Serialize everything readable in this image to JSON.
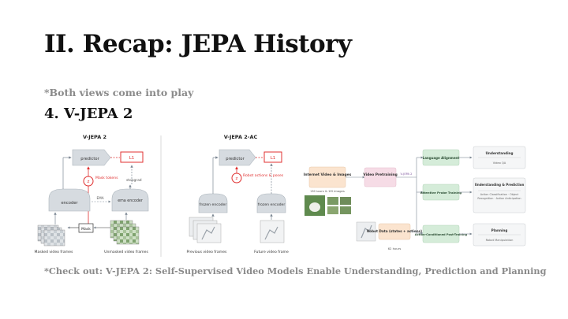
{
  "slide": {
    "title": "II. Recap: JEPA History",
    "note": "*Both views come into play",
    "subheading": "4. V-JEPA 2",
    "footnote": "*Check out: V-JEPA 2: Self-Supervised Video Models Enable Understanding, Prediction and Planning"
  },
  "diagram_left": {
    "title": "V-JEPA 2",
    "predictor": "predictor",
    "loss": "L1",
    "z": "z",
    "mask_tokens": "Mask tokens",
    "stopgrad": "stopgrad",
    "encoder": "encoder",
    "ema": "EMA",
    "ema_encoder": "ema encoder",
    "mask": "Mask",
    "masked_frames": "Masked video frames",
    "unmasked_frames": "Unmasked video frames"
  },
  "diagram_mid": {
    "title": "V-JEPA 2-AC",
    "predictor": "predictor",
    "loss": "L1",
    "z": "z",
    "robot_actions": "Robot actions & poses",
    "frozen_encoder_1": "frozen encoder",
    "frozen_encoder_2": "frozen encoder",
    "previous_frames": "Previous video frames",
    "future_frame": "Future video frame"
  },
  "diagram_right": {
    "internet_video": "Internet Video & Images",
    "hours": "1M hours & 1M images",
    "video_pretraining": "Video Pretraining",
    "vjepa_label": "V-JEPA 2",
    "robot_data": "Robot Data (states + actions)",
    "robot_hours": "62 hours",
    "branches": [
      {
        "stage": "Language Alignment",
        "title": "Understanding",
        "detail": "Video QA"
      },
      {
        "stage": "Attentive Probe Training",
        "title": "Understanding & Prediction",
        "detail": "Action Classification · Object Recognition · Action Anticipation"
      },
      {
        "stage": "Action-Conditioned Post-Training",
        "title": "Planning",
        "detail": "Robot Manipulation"
      }
    ]
  },
  "colors": {
    "title": "#111111",
    "muted": "#8a8a8a",
    "accent_red": "#e03030",
    "box_gray": "#d6dbe0",
    "box_green": "#d5ecd9",
    "box_pink": "#f6dce6",
    "box_peach": "#fbe4cf"
  }
}
